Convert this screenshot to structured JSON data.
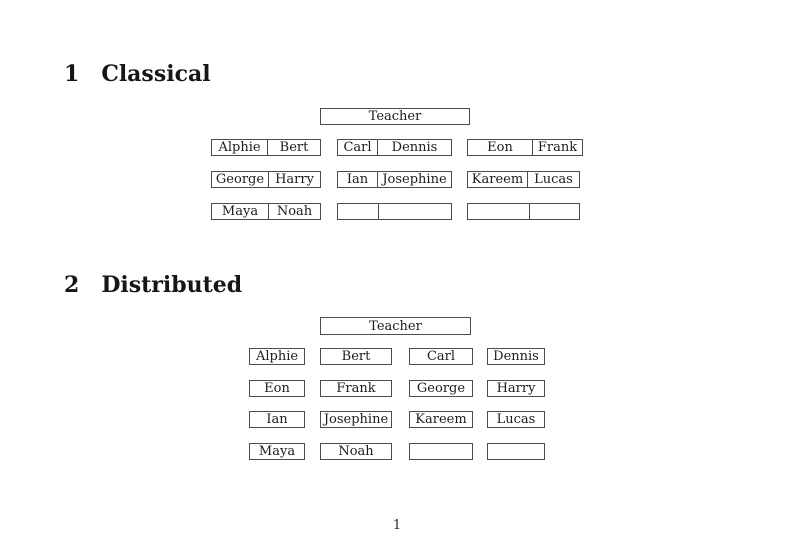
{
  "classical": {
    "number": "1",
    "title": "Classical",
    "teacher": "Teacher",
    "desks": [
      {
        "left": "Alphie",
        "right": "Bert"
      },
      {
        "left": "Carl",
        "right": "Dennis"
      },
      {
        "left": "Eon",
        "right": "Frank"
      },
      {
        "left": "George",
        "right": "Harry"
      },
      {
        "left": "Ian",
        "right": "Josephine"
      },
      {
        "left": "Kareem",
        "right": "Lucas"
      },
      {
        "left": "Maya",
        "right": "Noah"
      },
      {
        "left": "",
        "right": ""
      },
      {
        "left": "",
        "right": ""
      }
    ]
  },
  "distributed": {
    "number": "2",
    "title": "Distributed",
    "teacher": "Teacher",
    "seats": [
      "Alphie",
      "Bert",
      "Carl",
      "Dennis",
      "Eon",
      "Frank",
      "George",
      "Harry",
      "Ian",
      "Josephine",
      "Kareem",
      "Lucas",
      "Maya",
      "Noah",
      "",
      ""
    ]
  },
  "footer": {
    "page_number": "1"
  }
}
